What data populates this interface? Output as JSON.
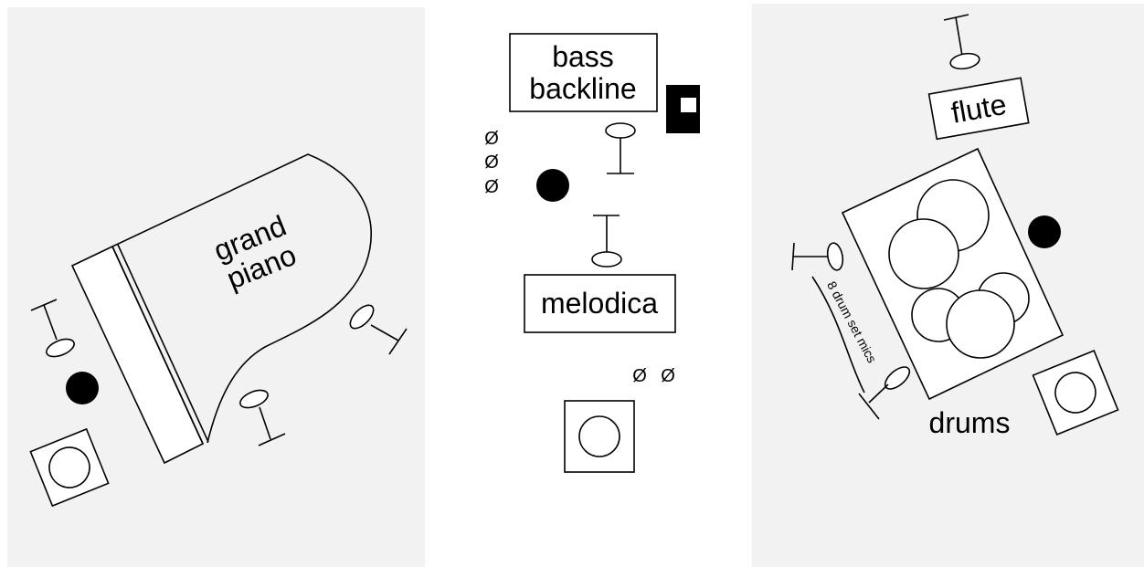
{
  "labels": {
    "grand_piano_line1": "grand",
    "grand_piano_line2": "piano",
    "bass_backline_line1": "bass",
    "bass_backline_line2": "backline",
    "melodica": "melodica",
    "flute": "flute",
    "drums": "drums",
    "drum_mics": "8 drum set mics"
  },
  "symbols": {
    "di_symbol": "Ø"
  },
  "colors": {
    "panel_background": "#f2f2f2",
    "page_background": "#ffffff",
    "ink": "#000000"
  }
}
